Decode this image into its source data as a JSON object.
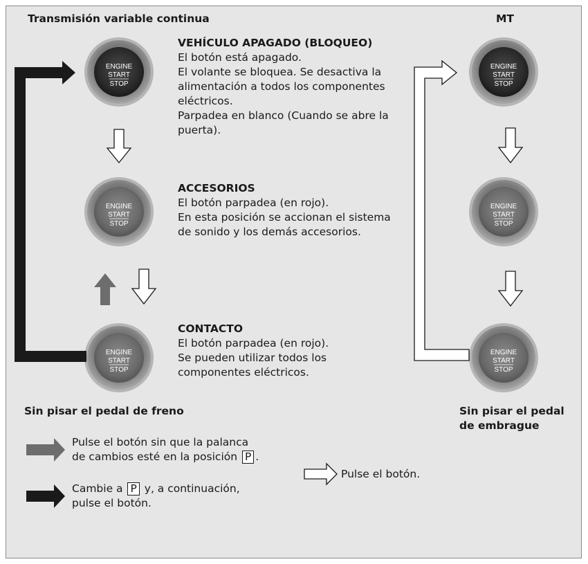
{
  "headers": {
    "left": "Transmisión variable continua",
    "right": "MT"
  },
  "button": {
    "line1": "ENGINE",
    "line2": "START",
    "line3": "STOP"
  },
  "states": [
    {
      "title": "VEHÍCULO APAGADO (BLOQUEO)",
      "lines": [
        "El botón está apagado.",
        "El volante se bloquea. Se desactiva la alimentación a todos los componentes eléctricos.",
        "Parpadea en blanco (Cuando se abre la puerta)."
      ]
    },
    {
      "title": "ACCESORIOS",
      "lines": [
        "El botón parpadea (en rojo).",
        "En esta posición se accionan el sistema de sonido y los demás accesorios."
      ]
    },
    {
      "title": "CONTACTO",
      "lines": [
        "El botón parpadea (en rojo).",
        "Se pueden utilizar todos los componentes eléctricos."
      ]
    }
  ],
  "captions": {
    "left": "Sin pisar el pedal de freno",
    "right_line1": "Sin pisar el pedal",
    "right_line2": "de embrague"
  },
  "legend": {
    "gray_line1": "Pulse el botón sin que la palanca",
    "gray_line2_prefix": "de cambios esté en la posición",
    "gray_key": "P",
    "gray_suffix": ".",
    "black_prefix": "Cambie a",
    "black_key": "P",
    "black_suffix": "y, a continuación,",
    "black_line2": "pulse el botón.",
    "white": "Pulse el botón."
  },
  "colors": {
    "panel": "#e6e6e6",
    "arrow_gray": "#6d6d6d",
    "arrow_black": "#1a1a1a",
    "arrow_white": "#ffffff"
  }
}
